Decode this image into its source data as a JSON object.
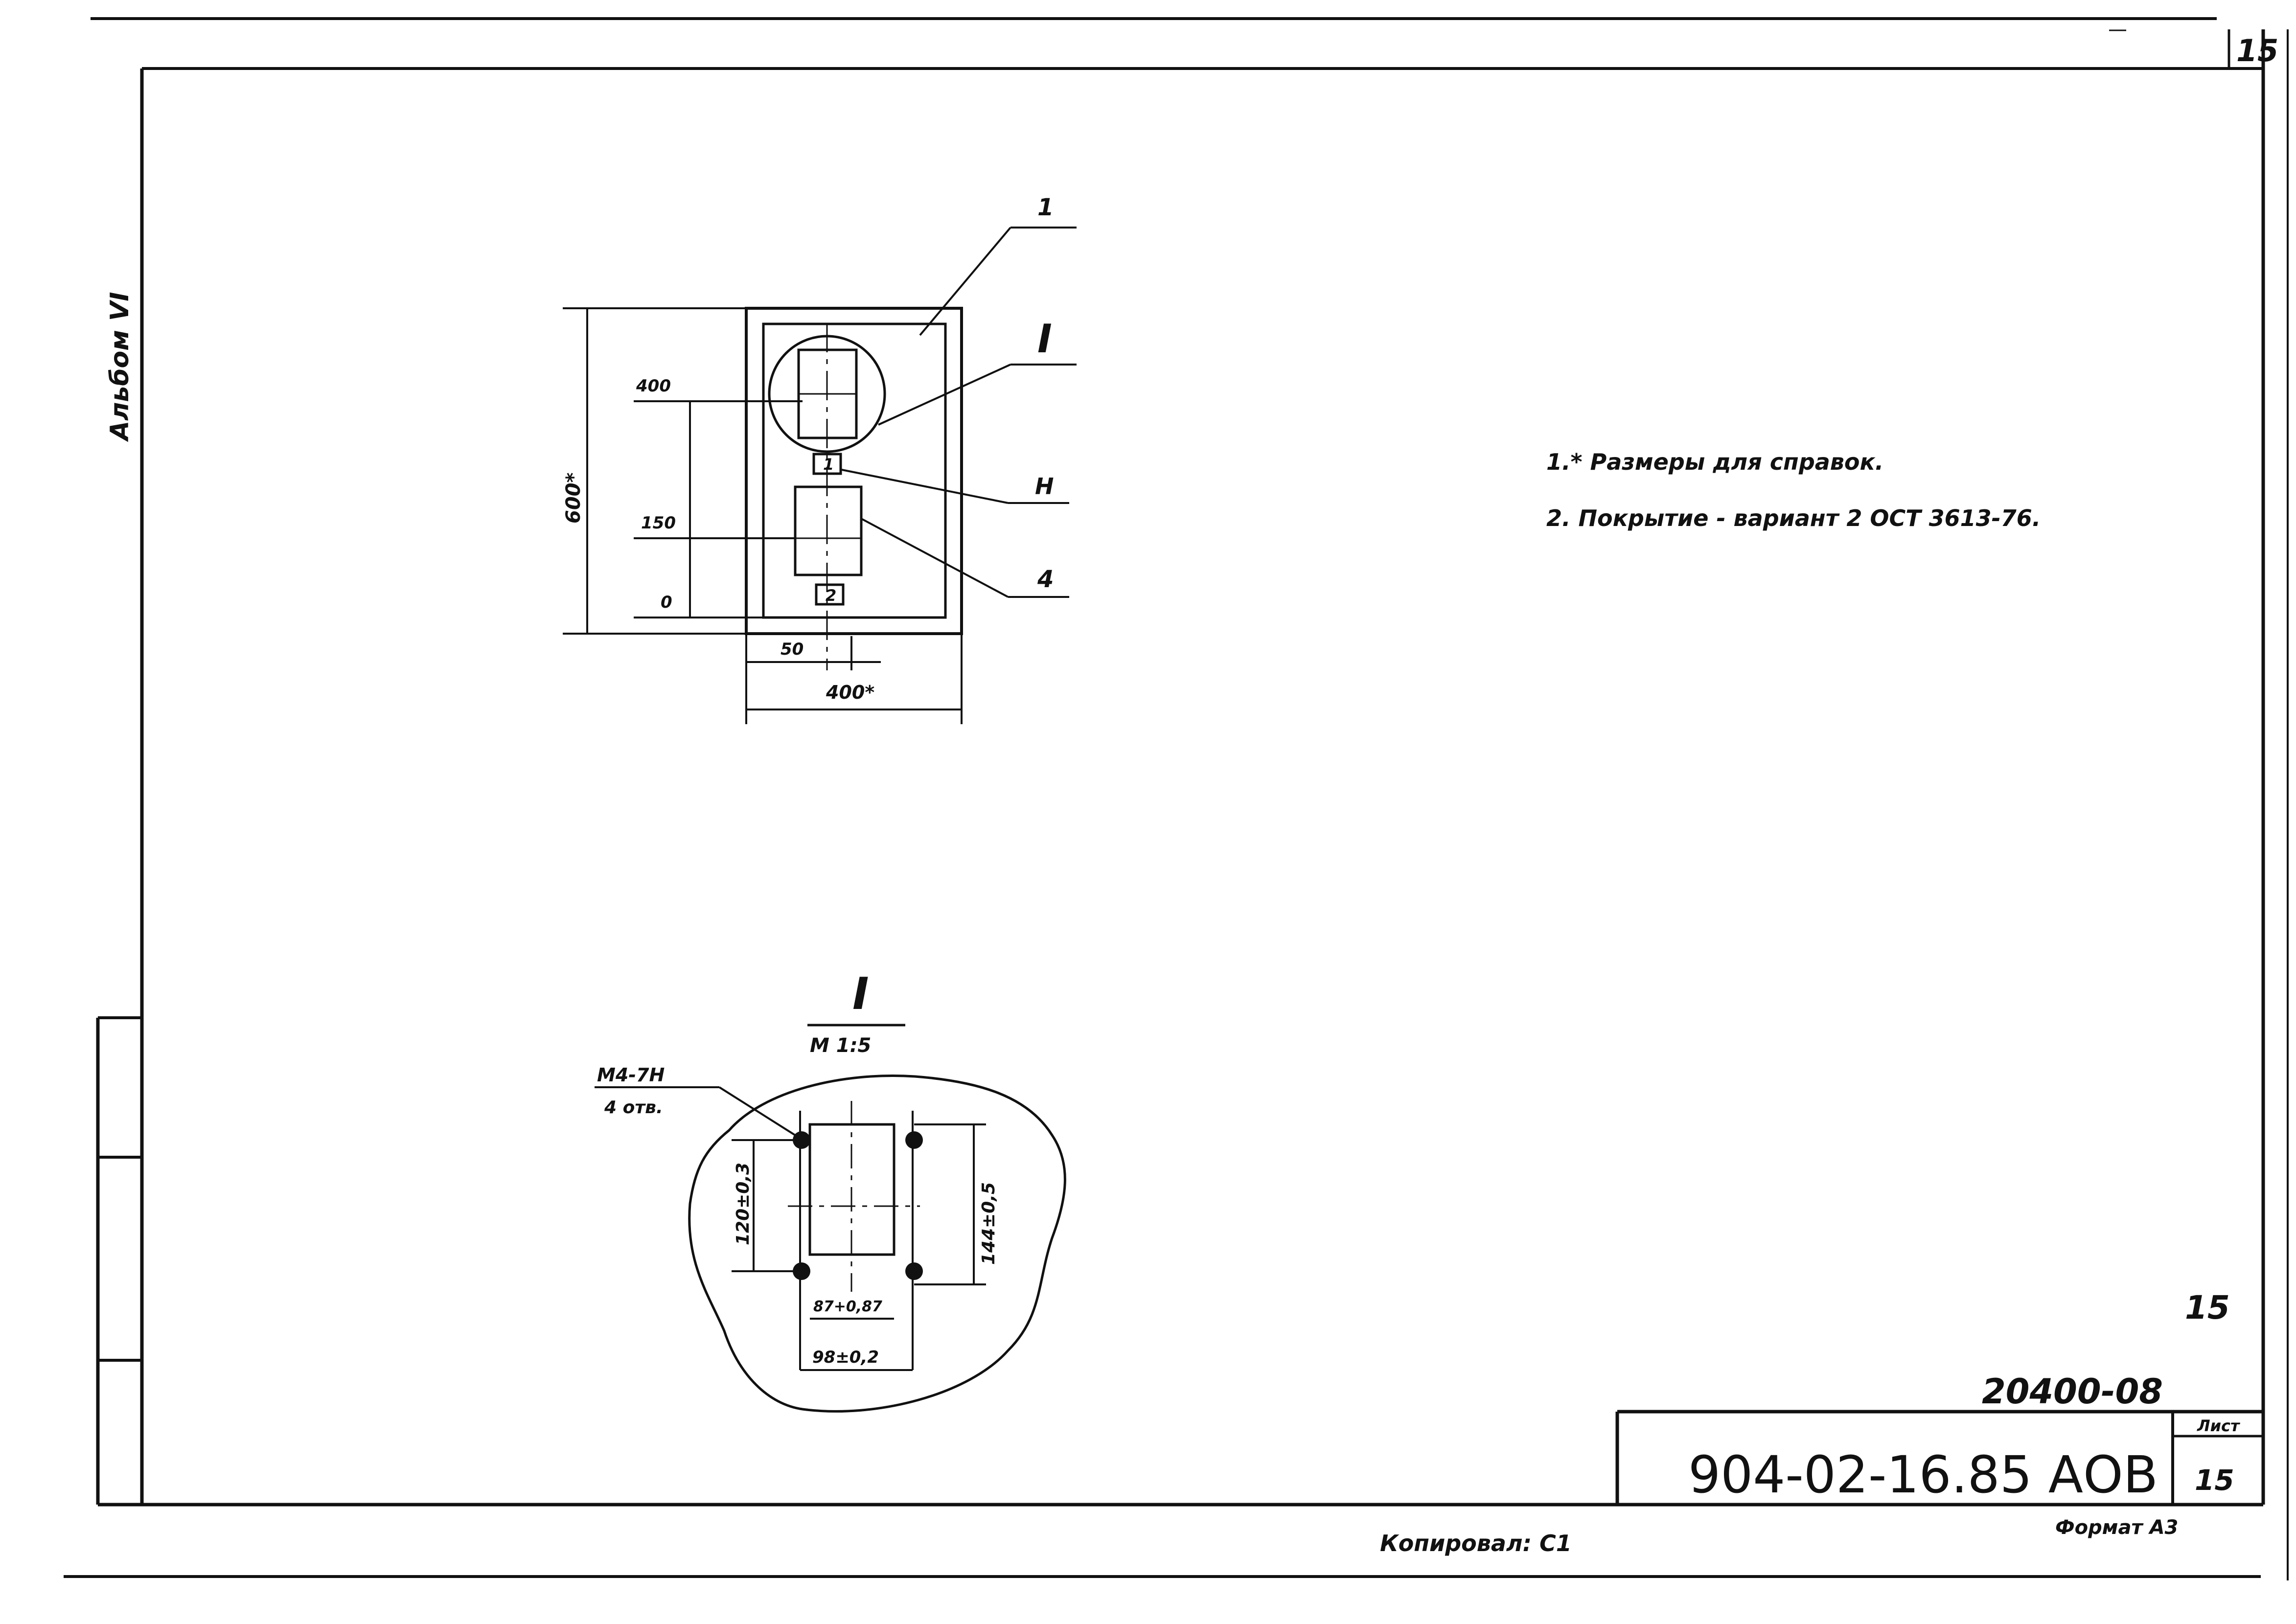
{
  "sheet": {
    "page_number_corner": "15",
    "album_label": "Альбом VI",
    "sheet_number_right": "15",
    "scan_artifact_mark": "—"
  },
  "main_view": {
    "callout_1": "1",
    "callout_I": "I",
    "callout_H": "H",
    "callout_4": "4",
    "dim_400": "400",
    "dim_150": "150",
    "dim_0": "0",
    "dim_600": "600*",
    "dim_50": "50",
    "dim_400_width": "400*",
    "label_nameplate": "1",
    "label_bottom_box": "2"
  },
  "notes": {
    "note1": "1.* Размеры для справок.",
    "note2": "2. Покрытие - вариант 2  ОСТ 3613-76."
  },
  "detail_view": {
    "title": "I",
    "scale": "М 1:5",
    "thread": "М4-7Н",
    "holes": "4 отв.",
    "dim_120": "120±0,3",
    "dim_144": "144±0,5",
    "dim_87": "87+0,87",
    "dim_98": "98±0,2"
  },
  "title_block": {
    "handwritten_code": "20400-08",
    "document_code": "904-02-16.85 АОВ",
    "sheet_label": "Лист",
    "sheet_value": "15",
    "format": "Формат А3",
    "copied_by": "Копировал: С1"
  }
}
